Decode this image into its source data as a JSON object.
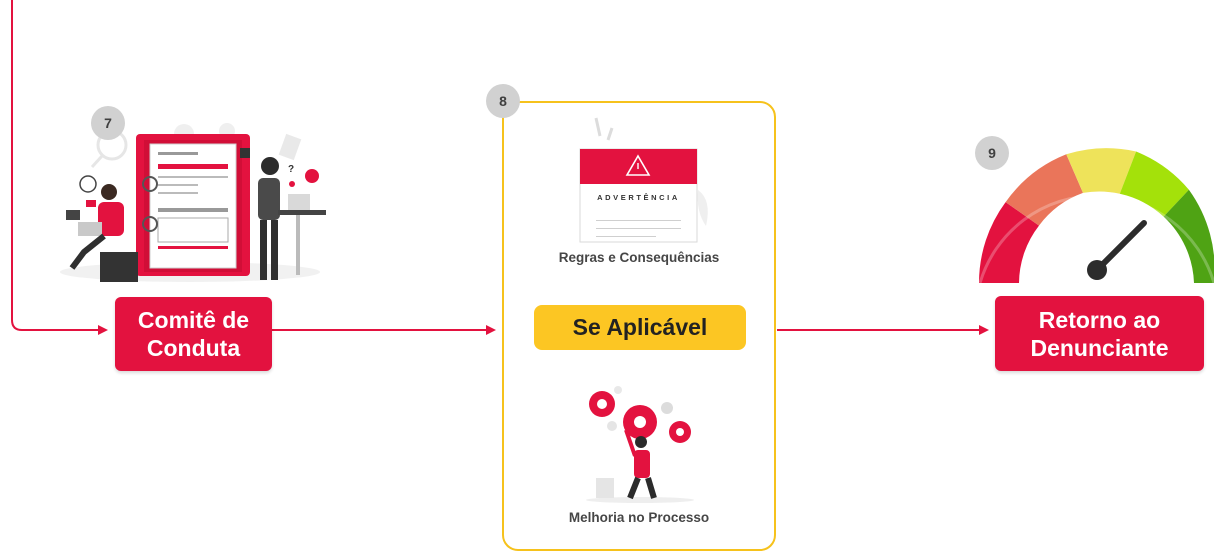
{
  "colors": {
    "accent_red": "#e3123f",
    "highlight_yellow": "#fcc623",
    "panel_border": "#f6c21c",
    "badge_gray": "#d1d1d1"
  },
  "steps": [
    {
      "number": "7",
      "title_lines": [
        "Comitê de",
        "Conduta"
      ]
    },
    {
      "number": "8",
      "warning_card": "ADVERTÊNCIA",
      "caption_top": "Regras e Consequências",
      "pill": "Se Aplicável",
      "caption_bottom": "Melhoria no Processo"
    },
    {
      "number": "9",
      "title_lines": [
        "Retorno ao",
        "Denunciante"
      ]
    }
  ],
  "icons": [
    "committee-illustration",
    "warning-card-illustration",
    "gears-illustration",
    "speedometer-gauge-icon",
    "arrow-icon"
  ]
}
